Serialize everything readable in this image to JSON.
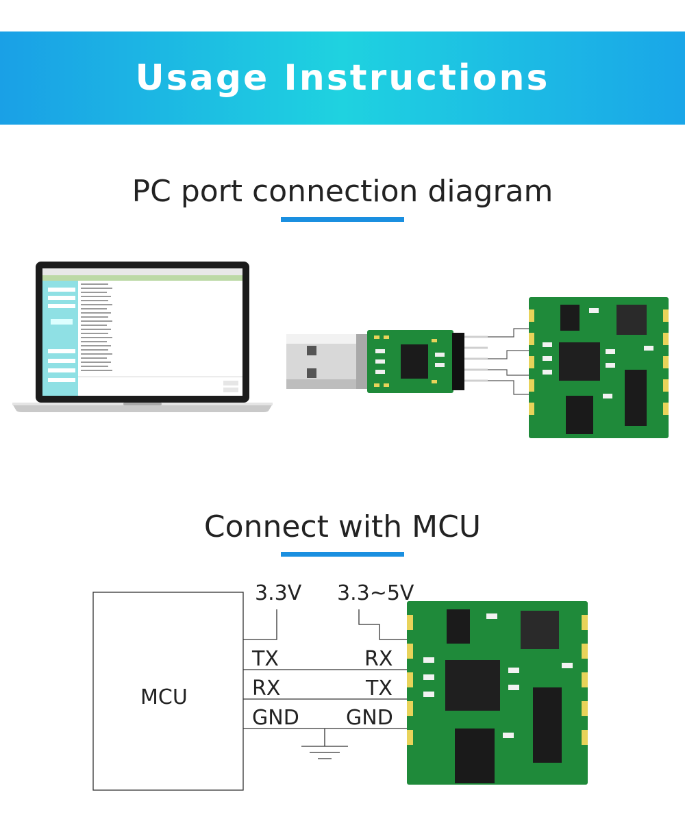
{
  "banner": {
    "title": "Usage Instructions"
  },
  "section1": {
    "title": "PC port connection diagram"
  },
  "section2": {
    "title": "Connect with MCU",
    "mcu_label": "MCU",
    "v33": "3.3V",
    "v335": "3.3~5V",
    "mcu_pins": [
      "TX",
      "RX",
      "GND"
    ],
    "module_pins": [
      "RX",
      "TX",
      "GND"
    ]
  },
  "colors": {
    "banner_start": "#1aa0e6",
    "banner_mid": "#1fd2e0",
    "accent_underline": "#1a8fe0",
    "pcb_green": "#1f8a3a",
    "pad_gold": "#e8d35a"
  }
}
